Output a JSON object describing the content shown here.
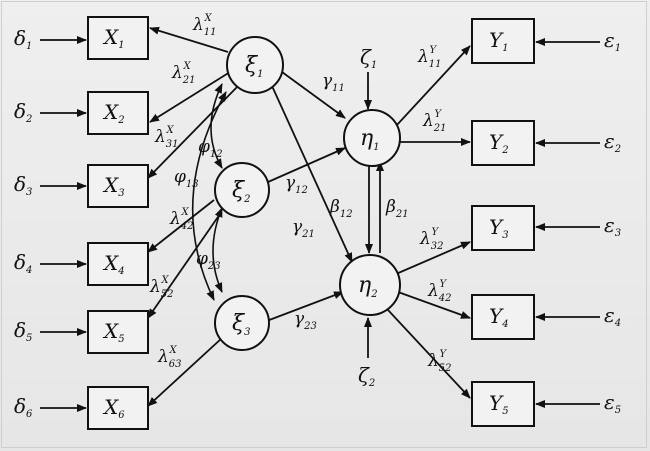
{
  "nodes": {
    "x1": {
      "main": "X",
      "sub": "1"
    },
    "x2": {
      "main": "X",
      "sub": "2"
    },
    "x3": {
      "main": "X",
      "sub": "3"
    },
    "x4": {
      "main": "X",
      "sub": "4"
    },
    "x5": {
      "main": "X",
      "sub": "5"
    },
    "x6": {
      "main": "X",
      "sub": "6"
    },
    "y1": {
      "main": "Y",
      "sub": "1"
    },
    "y2": {
      "main": "Y",
      "sub": "2"
    },
    "y3": {
      "main": "Y",
      "sub": "3"
    },
    "y4": {
      "main": "Y",
      "sub": "4"
    },
    "y5": {
      "main": "Y",
      "sub": "5"
    },
    "xi1": {
      "main": "ξ",
      "sub": "1"
    },
    "xi2": {
      "main": "ξ",
      "sub": "2"
    },
    "xi3": {
      "main": "ξ",
      "sub": "3"
    },
    "eta1": {
      "main": "η",
      "sub": "1"
    },
    "eta2": {
      "main": "η",
      "sub": "2"
    }
  },
  "errors": {
    "d1": {
      "main": "δ",
      "sub": "1"
    },
    "d2": {
      "main": "δ",
      "sub": "2"
    },
    "d3": {
      "main": "δ",
      "sub": "3"
    },
    "d4": {
      "main": "δ",
      "sub": "4"
    },
    "d5": {
      "main": "δ",
      "sub": "5"
    },
    "d6": {
      "main": "δ",
      "sub": "6"
    },
    "e1": {
      "main": "ε",
      "sub": "1"
    },
    "e2": {
      "main": "ε",
      "sub": "2"
    },
    "e3": {
      "main": "ε",
      "sub": "3"
    },
    "e4": {
      "main": "ε",
      "sub": "4"
    },
    "e5": {
      "main": "ε",
      "sub": "5"
    },
    "z1": {
      "main": "ζ",
      "sub": "1"
    },
    "z2": {
      "main": "ζ",
      "sub": "2"
    }
  },
  "params": {
    "lx11": {
      "main": "λ",
      "sub": "11",
      "sup": "X"
    },
    "lx21": {
      "main": "λ",
      "sub": "21",
      "sup": "X"
    },
    "lx31": {
      "main": "λ",
      "sub": "31",
      "sup": "X"
    },
    "lx42": {
      "main": "λ",
      "sub": "42",
      "sup": "X"
    },
    "lx52": {
      "main": "λ",
      "sub": "52",
      "sup": "X"
    },
    "lx63": {
      "main": "λ",
      "sub": "63",
      "sup": "X"
    },
    "ly11": {
      "main": "λ",
      "sub": "11",
      "sup": "Y"
    },
    "ly21": {
      "main": "λ",
      "sub": "21",
      "sup": "Y"
    },
    "ly32": {
      "main": "λ",
      "sub": "32",
      "sup": "Y"
    },
    "ly42": {
      "main": "λ",
      "sub": "42",
      "sup": "Y"
    },
    "ly52": {
      "main": "λ",
      "sub": "52",
      "sup": "Y"
    },
    "phi12": {
      "main": "φ",
      "sub": "12"
    },
    "phi13": {
      "main": "φ",
      "sub": "13"
    },
    "phi23": {
      "main": "φ",
      "sub": "23"
    },
    "g11": {
      "main": "γ",
      "sub": "11"
    },
    "g12": {
      "main": "γ",
      "sub": "12"
    },
    "g21": {
      "main": "γ",
      "sub": "21"
    },
    "g23": {
      "main": "γ",
      "sub": "23"
    },
    "b12": {
      "main": "β",
      "sub": "12"
    },
    "b21": {
      "main": "β",
      "sub": "21"
    }
  }
}
